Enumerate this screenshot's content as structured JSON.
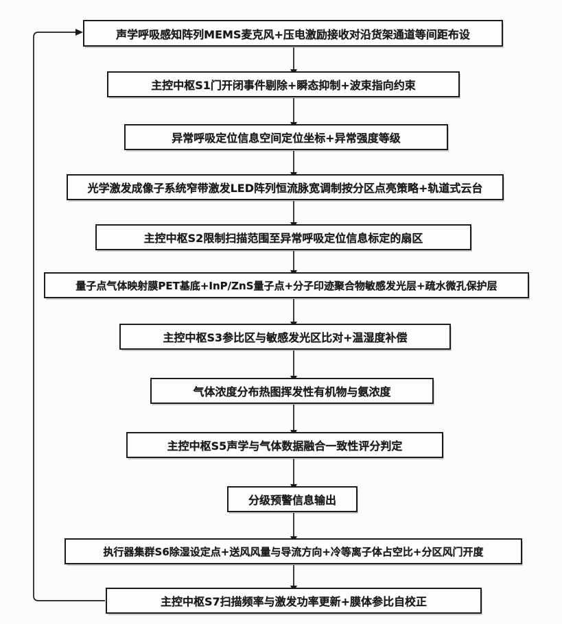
{
  "diagram": {
    "type": "flowchart",
    "orientation": "top-down",
    "background_color": "#fcfcfa",
    "box_border_color": "#1b1b1b",
    "box_fill_color": "#fdfdfc",
    "text_color": "#171717",
    "line_color": "#1a1a1a",
    "nodes": [
      {
        "id": "n1",
        "label": "声学呼吸感知阵列MEMS麦克风+压电激励接收对沿货架通道等间距布设"
      },
      {
        "id": "n2",
        "label": "主控中枢S1门开闭事件剔除+瞬态抑制+波束指向约束"
      },
      {
        "id": "n3",
        "label": "异常呼吸定位信息空间定位坐标+异常强度等级"
      },
      {
        "id": "n4",
        "label": "光学激发成像子系统窄带激发LED阵列恒流脉宽调制按分区点亮策略+轨道式云台"
      },
      {
        "id": "n5",
        "label": "主控中枢S2限制扫描范围至异常呼吸定位信息标定的扇区"
      },
      {
        "id": "n6",
        "label": "量子点气体映射膜PET基底+InP/ZnS量子点+分子印迹聚合物敏感发光层+疏水微孔保护层"
      },
      {
        "id": "n7",
        "label": "主控中枢S3参比区与敏感发光区比对+温湿度补偿"
      },
      {
        "id": "n8",
        "label": "气体浓度分布热图挥发性有机物与氨浓度"
      },
      {
        "id": "n9",
        "label": "主控中枢S5声学与气体数据融合一致性评分判定"
      },
      {
        "id": "n10",
        "label": "分级预警信息输出"
      },
      {
        "id": "n11",
        "label": "执行器集群S6除湿设定点+送风风量与导流方向+冷等离子体占空比+分区风门开度"
      },
      {
        "id": "n12",
        "label": "主控中枢S7扫描频率与激发功率更新+膜体参比自校正"
      }
    ],
    "edges": [
      {
        "from": "n1",
        "to": "n2",
        "type": "down-arrow"
      },
      {
        "from": "n2",
        "to": "n3",
        "type": "down-arrow"
      },
      {
        "from": "n3",
        "to": "n4",
        "type": "down-arrow"
      },
      {
        "from": "n4",
        "to": "n5",
        "type": "down-arrow"
      },
      {
        "from": "n5",
        "to": "n6",
        "type": "down-arrow"
      },
      {
        "from": "n6",
        "to": "n7",
        "type": "down-arrow"
      },
      {
        "from": "n7",
        "to": "n8",
        "type": "down-arrow"
      },
      {
        "from": "n8",
        "to": "n9",
        "type": "down-arrow"
      },
      {
        "from": "n9",
        "to": "n10",
        "type": "down-arrow"
      },
      {
        "from": "n10",
        "to": "n11",
        "type": "down-arrow"
      },
      {
        "from": "n11",
        "to": "n12",
        "type": "down-arrow"
      },
      {
        "from": "n12",
        "to": "n1",
        "type": "feedback-loop-left-side"
      }
    ]
  }
}
